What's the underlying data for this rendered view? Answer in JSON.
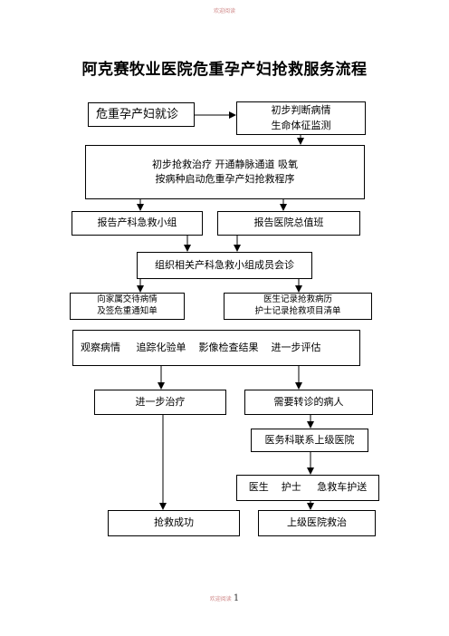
{
  "header_note": "欢迎阅读",
  "footer_note": "欢迎阅读",
  "page_number": "1",
  "title": "阿克赛牧业医院危重孕产妇抢救服务流程",
  "nodes": {
    "visit": "危重孕产妇就诊",
    "assess_1": "初步判断病情",
    "assess_2": "生命体征监测",
    "rescue_1": "初步抢救治疗  开通静脉通道  吸氧",
    "rescue_2": "按病种启动危重孕产妇抢救程序",
    "report_team": "报告产科急救小组",
    "report_duty": "报告医院总值班",
    "consult": "组织相关产科急救小组成员会诊",
    "family_1": "向家属交待病情",
    "family_2": "及签危重通知单",
    "record_1": "医生记录抢救病历",
    "record_2": "护士记录抢救项目清单",
    "observe": "观察病情     追踪化验单    影像检查结果    进一步评估",
    "further_treat": "进一步治疗",
    "need_transfer": "需要转诊的病人",
    "contact": "医务科联系上级医院",
    "escort": "医生    护士     急救车护送",
    "success": "抢救成功",
    "upper_rescue": "上级医院救治"
  }
}
